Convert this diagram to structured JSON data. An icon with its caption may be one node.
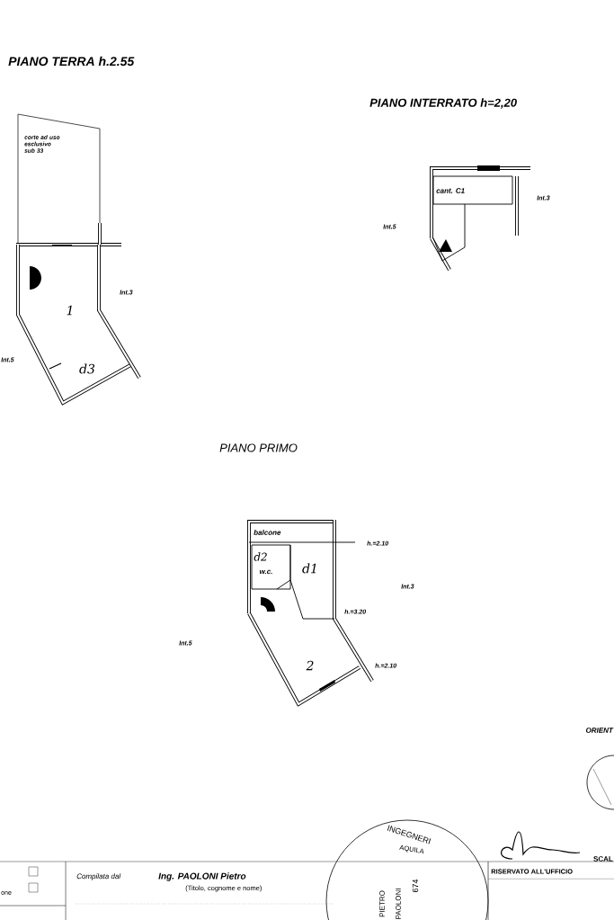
{
  "diagram": {
    "labels": [
      "PIANO TERRA h.2.55",
      "PIANO INTERRATO h=2,20",
      "corte ad uso esclusivo sub 33",
      "cant. C1",
      "Int.3",
      "Int.5",
      "1",
      "Int.3",
      "Int.5",
      "d3",
      "PIANO PRIMO",
      "balcone",
      "d2",
      "w.c.",
      "d1",
      "h.=2.10",
      "Int.3",
      "h.=3.20",
      "Int.5",
      "2",
      "h.=2.10",
      "ORIENT",
      "SCAL",
      "one",
      "Compilata dal",
      "Ing. PAOLONI Pietro",
      "(Titolo, cognome e nome)",
      "RISERVATO ALL'UFFICIO",
      "INGEGNERI",
      "AQUILA",
      "PIETRO",
      "PAOLONI",
      "674"
    ]
  }
}
